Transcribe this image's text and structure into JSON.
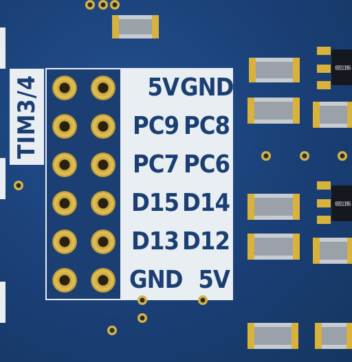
{
  "label": "TIM3/4",
  "pins": [
    [
      "5V",
      "GND"
    ],
    [
      "PC9",
      "PC8"
    ],
    [
      "PC7",
      "PC6"
    ],
    [
      "D15",
      "D14"
    ],
    [
      "D13",
      "D12"
    ],
    [
      "GND",
      "5V"
    ]
  ],
  "ics": [
    {
      "line1": "SOT23",
      "line2": "SC70"
    },
    {
      "line1": "SOT23",
      "line2": "SC70"
    }
  ],
  "colors": {
    "pcb": "#1b3f73",
    "silkscreen": "#e9eef3",
    "copper": "#d9b23c"
  }
}
